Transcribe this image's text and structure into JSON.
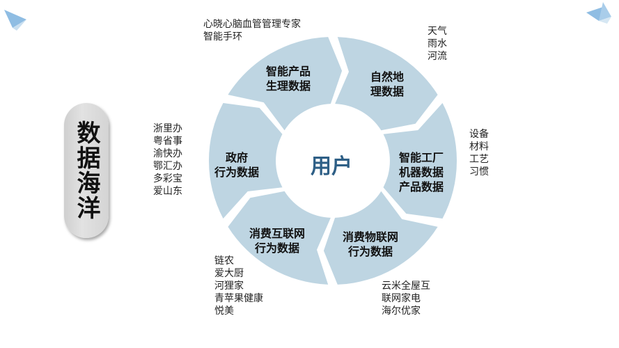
{
  "title": "数据海洋",
  "center": "用户",
  "colors": {
    "ring": "#bed5e2",
    "center_text": "#2e5f86",
    "accent": "#7fb0d8"
  },
  "segments": [
    {
      "label": "智能产品\n生理数据",
      "notes": "心晓心脑血管管理专家\n智能手环"
    },
    {
      "label": "自然地\n理数据",
      "notes": "天气\n雨水\n河流"
    },
    {
      "label": "智能工厂\n机器数据\n产品数据",
      "notes": "设备\n材料\n工艺\n习惯"
    },
    {
      "label": "消费物联网\n行为数据",
      "notes": "云米全屋互\n联网家电\n海尔优家"
    },
    {
      "label": "消费互联网\n行为数据",
      "notes": "链农\n爱大厨\n河狸家\n青苹果健康\n悦美"
    },
    {
      "label": "政府\n行为数据",
      "notes": "浙里办\n粤省事\n渝快办\n鄂汇办\n多彩宝\n爱山东"
    }
  ]
}
